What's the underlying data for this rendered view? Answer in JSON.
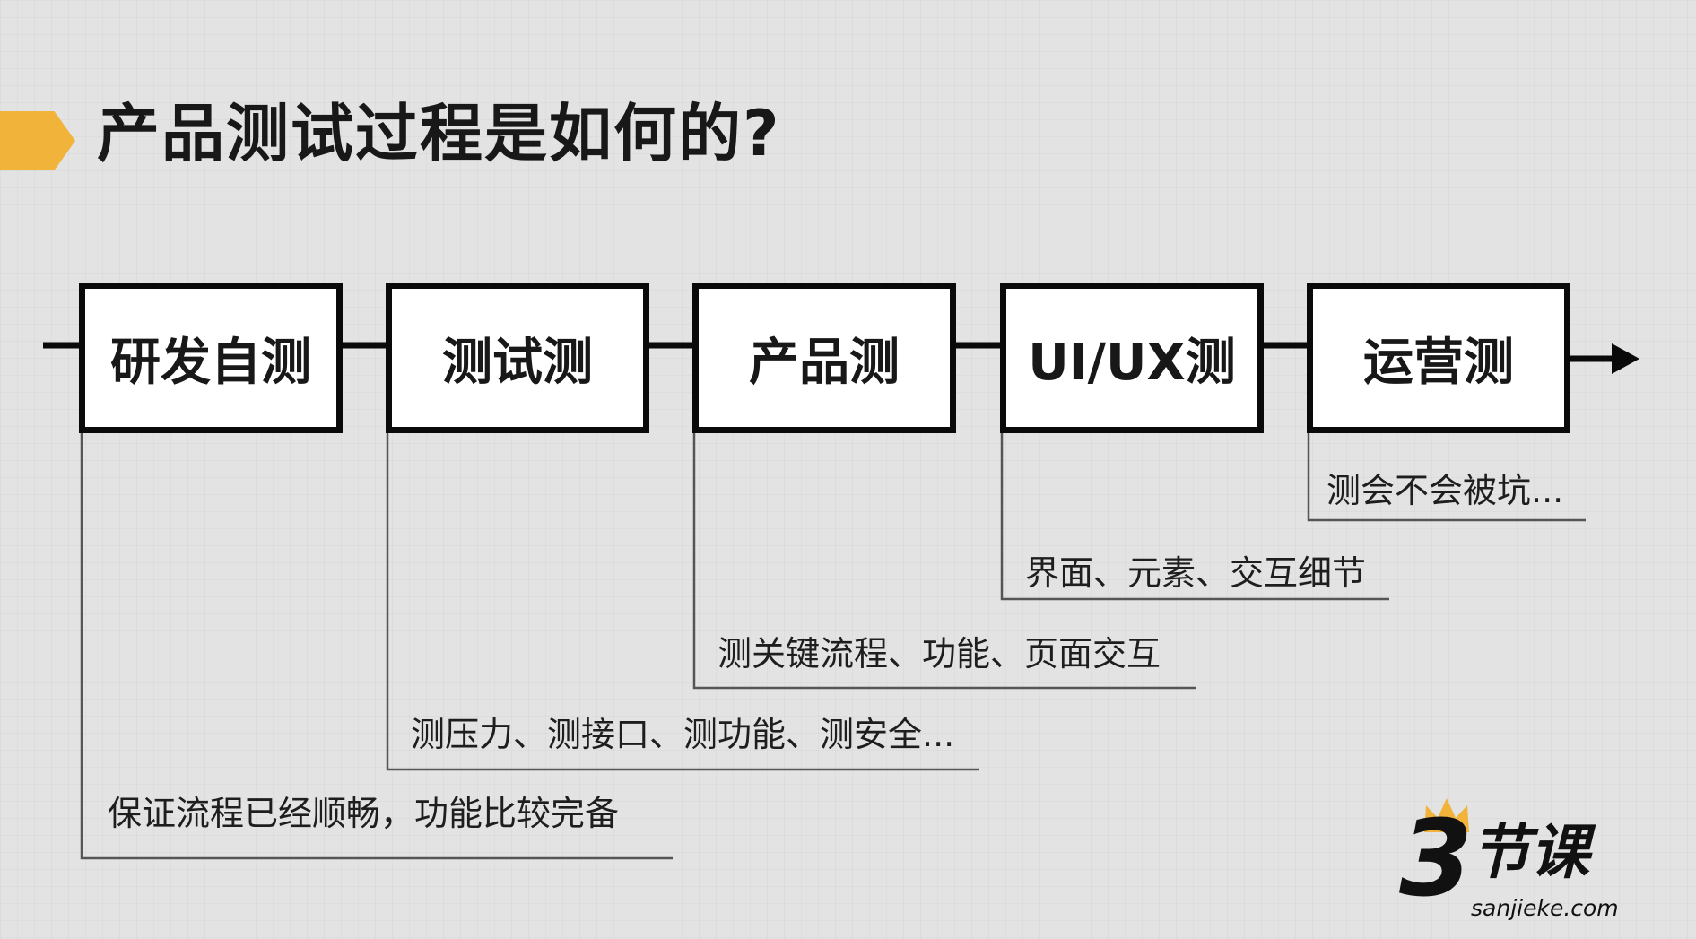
{
  "title": "产品测试过程是如何的?",
  "colors": {
    "marker": "#f2b33a",
    "line": "#0a0a0a",
    "box_bg": "#ffffff"
  },
  "stages": [
    {
      "label": "研发自测",
      "note": "保证流程已经顺畅，功能比较完备"
    },
    {
      "label": "测试测",
      "note": "测压力、测接口、测功能、测安全..."
    },
    {
      "label": "产品测",
      "note": "测关键流程、功能、页面交互"
    },
    {
      "label": "UI/UX测",
      "note": "界面、元素、交互细节"
    },
    {
      "label": "运营测",
      "note": "测会不会被坑..."
    }
  ],
  "logo": {
    "mark": "3",
    "word": "节课",
    "url": "sanjieke.com",
    "crown_icon": "crown-icon"
  }
}
